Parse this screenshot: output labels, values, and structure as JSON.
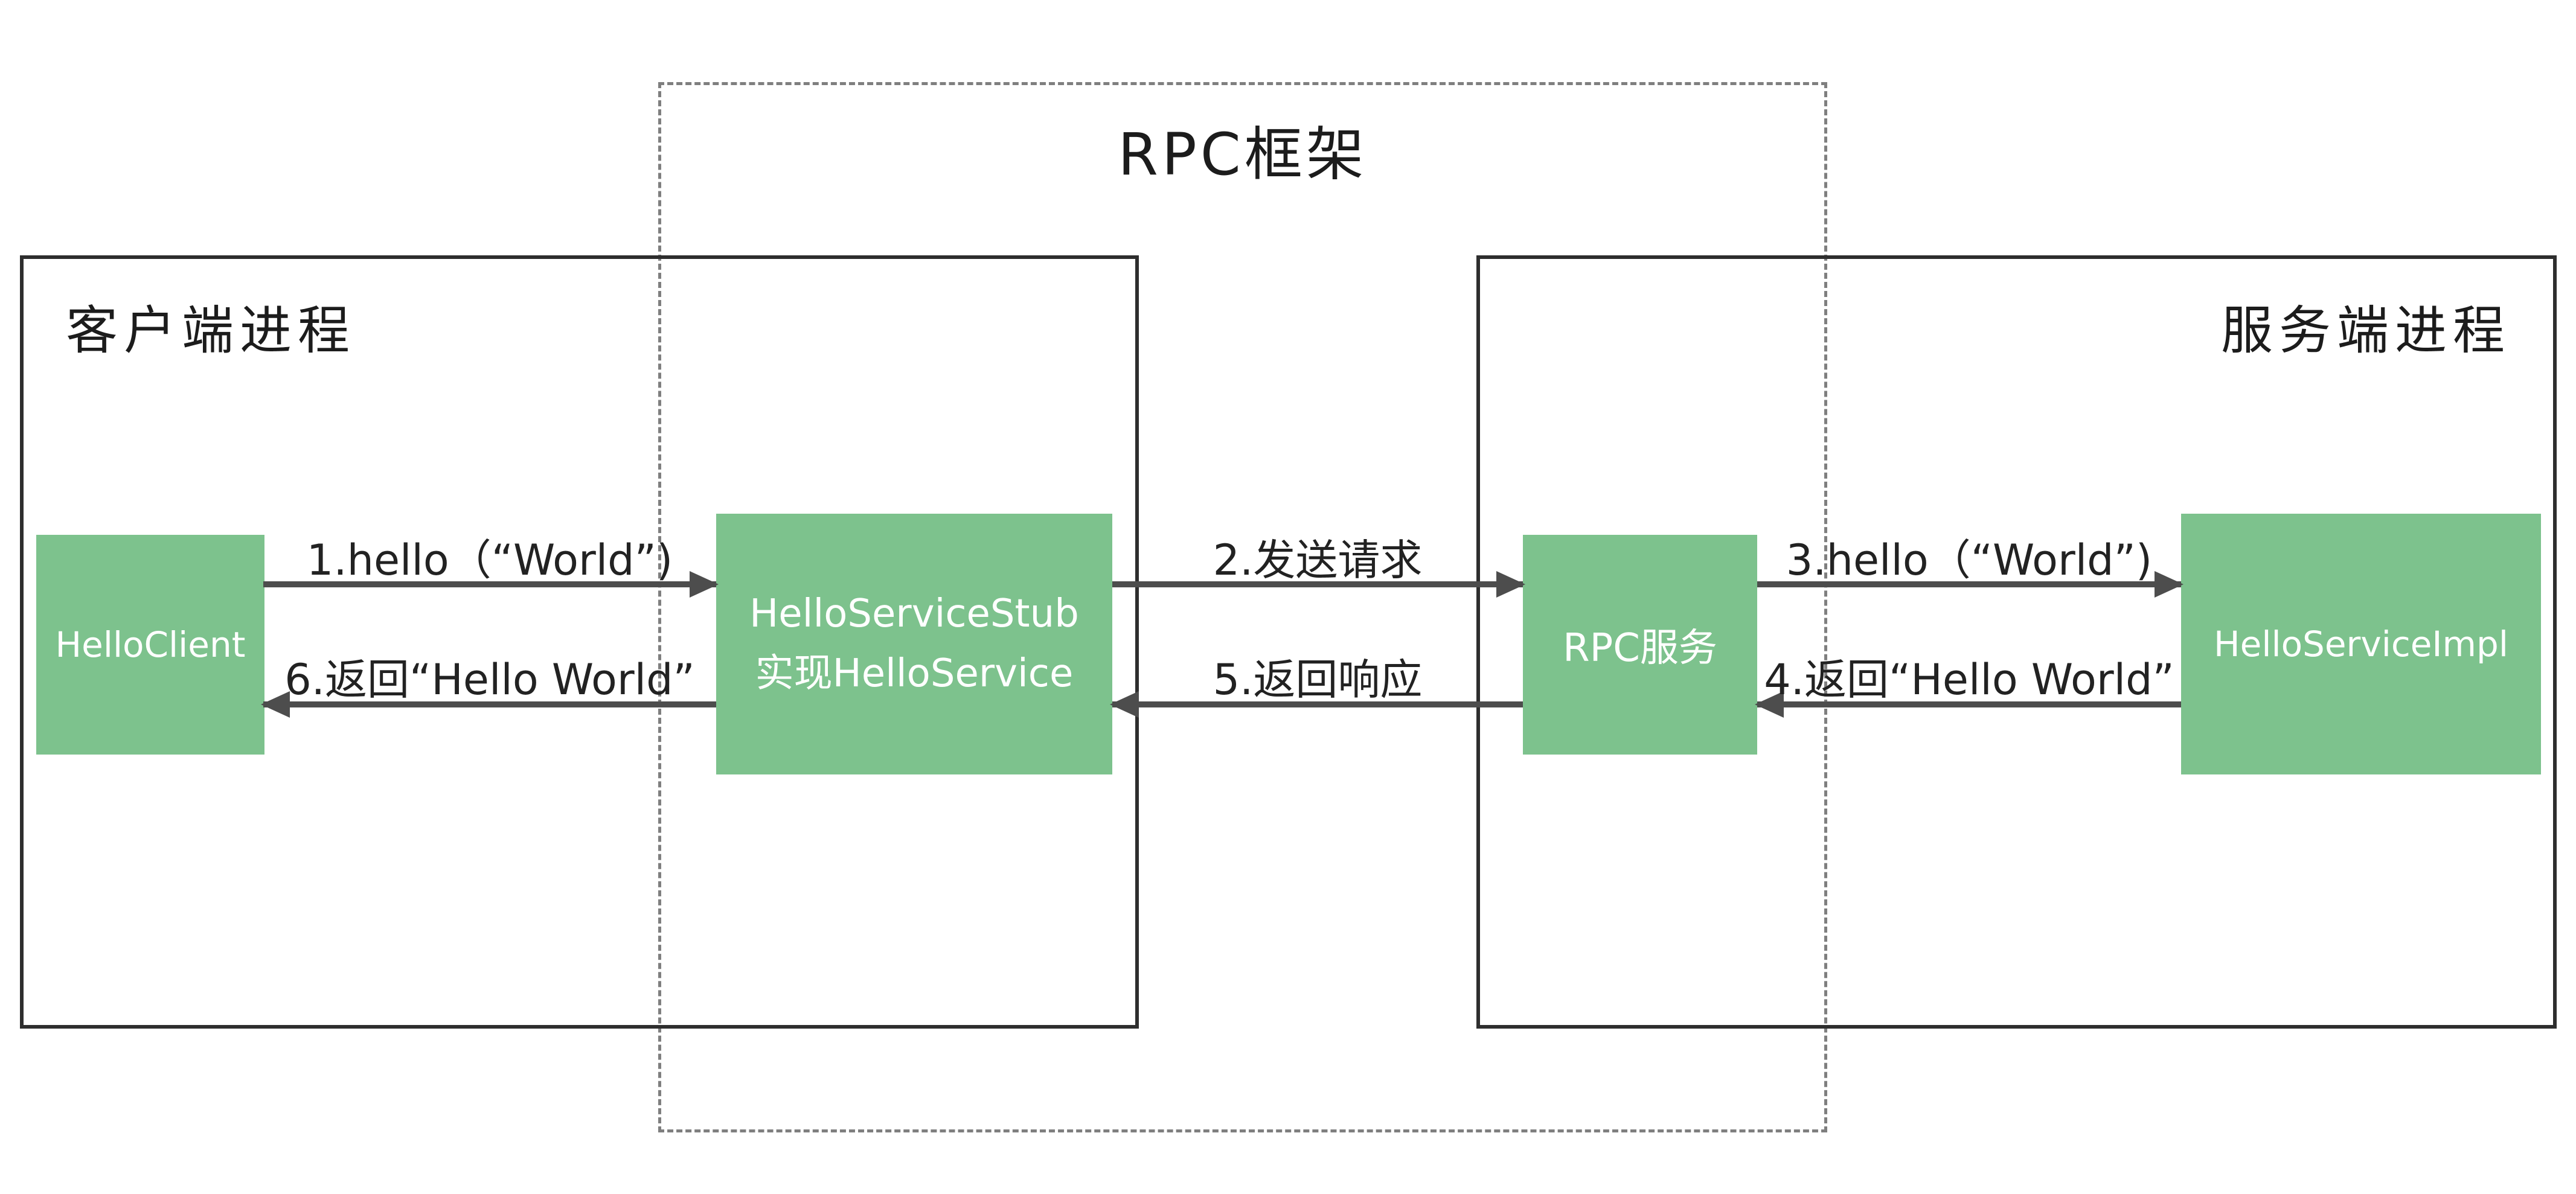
{
  "diagram": {
    "rpc_frame": {
      "title": "RPC框架"
    },
    "client_process": {
      "title": "客户端进程"
    },
    "server_process": {
      "title": "服务端进程"
    },
    "nodes": {
      "hello_client": {
        "label": "HelloClient"
      },
      "hello_service_stub": {
        "line1": "HelloServiceStub",
        "line2": "实现HelloService"
      },
      "rpc_service": {
        "label": "RPC服务"
      },
      "hello_service_impl": {
        "label": "HelloServiceImpl"
      }
    },
    "arrows": {
      "a1": {
        "label": "1.hello（“World”)"
      },
      "a2": {
        "label": "2.发送请求"
      },
      "a3": {
        "label": "3.hello（“World”)"
      },
      "a4": {
        "label": "4.返回“Hello World”"
      },
      "a5": {
        "label": "5.返回响应"
      },
      "a6": {
        "label": "6.返回“Hello World”"
      }
    },
    "colors": {
      "node_green": "#7dc28d",
      "arrow_gray": "#4d4d4d",
      "border_dark": "#2e2e2e",
      "dashed_gray": "#7f7f7f"
    }
  }
}
